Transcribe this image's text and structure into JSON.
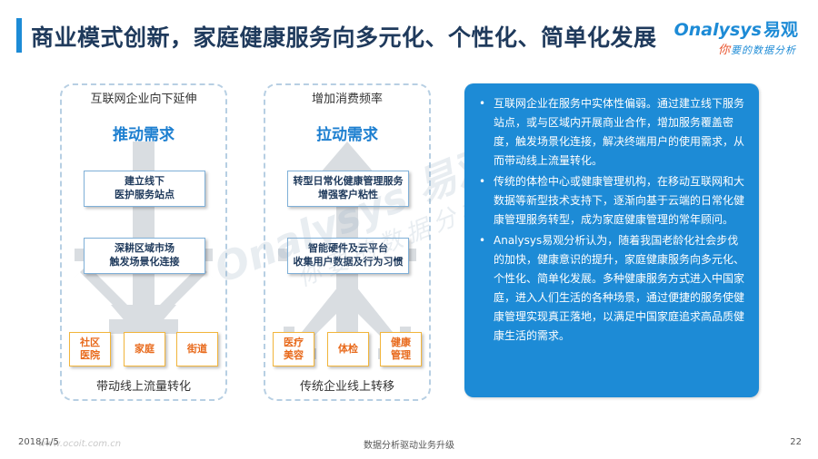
{
  "slide": {
    "title": "商业模式创新，家庭健康服务向多元化、个性化、简单化发展"
  },
  "logo": {
    "brand_en": "Onalysys",
    "brand_cn": "易观",
    "tagline_accent": "你",
    "tagline_rest": "要的数据分析"
  },
  "panel_left": {
    "top_label": "互联网企业向下延伸",
    "heading": "推动需求",
    "box1": [
      "建立线下",
      "医护服务站点"
    ],
    "box2": [
      "深耕区域市场",
      "触发场景化连接"
    ],
    "tags": [
      [
        "社区",
        "医院"
      ],
      [
        "家庭"
      ],
      [
        "街道"
      ]
    ],
    "bottom_label": "带动线上流量转化"
  },
  "panel_right": {
    "top_label": "增加消费频率",
    "heading": "拉动需求",
    "box1": [
      "转型日常化健康管理服务",
      "增强客户粘性"
    ],
    "box2": [
      "智能硬件及云平台",
      "收集用户数据及行为习惯"
    ],
    "tags": [
      [
        "医疗",
        "美容"
      ],
      [
        "体检"
      ],
      [
        "健康",
        "管理"
      ]
    ],
    "bottom_label": "传统企业线上转移"
  },
  "bullets": [
    "互联网企业在服务中实体性偏弱。通过建立线下服务站点，或与区域内开展商业合作，增加服务覆盖密度，触发场景化连接，解决终端用户的使用需求，从而带动线上流量转化。",
    "传统的体检中心或健康管理机构，在移动互联网和大数据等新型技术支持下，逐渐向基于云端的日常化健康管理服务转型，成为家庭健康管理的常年顾问。",
    "Analysys易观分析认为，随着我国老龄化社会步伐的加快，健康意识的提升，家庭健康服务向多元化、个性化、简单化发展。多种健康服务方式进入中国家庭，进入人们生活的各种场景，通过便捷的服务使健康管理实现真正落地，以满足中国家庭追求高品质健康生活的需求。"
  ],
  "watermark": {
    "line1": "Onalysys 易观",
    "line2": "你要的数据分析"
  },
  "footer": {
    "date": "2018/1/5",
    "url": "www.ocoit.com.cn",
    "center": "数据分析驱动业务升级",
    "page": "22"
  },
  "colors": {
    "accent": "#1d8bd6",
    "title": "#1f3a5c",
    "tag_border": "#f2b53b",
    "tag_text": "#e86a1c"
  }
}
